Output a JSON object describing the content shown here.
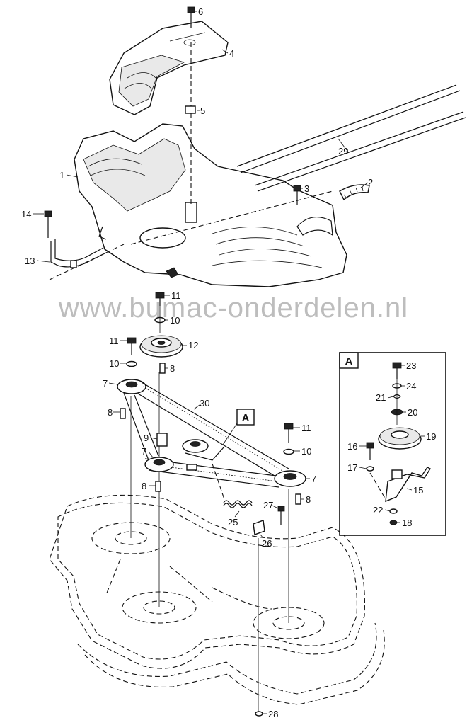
{
  "watermark": "www.bumac-onderdelen.nl",
  "detail_box_label": "A",
  "detail_callout_label": "A",
  "part_labels": {
    "p1": "1",
    "p2": "2",
    "p3": "3",
    "p4": "4",
    "p5": "5",
    "p6": "6",
    "p7a": "7",
    "p7b": "7",
    "p7c": "7",
    "p8a": "8",
    "p8b": "8",
    "p8c": "8",
    "p8d": "8",
    "p9": "9",
    "p10a": "10",
    "p10b": "10",
    "p10c": "10",
    "p11a": "11",
    "p11b": "11",
    "p11c": "11",
    "p12": "12",
    "p13": "13",
    "p14": "14",
    "p15": "15",
    "p16": "16",
    "p17": "17",
    "p18": "18",
    "p19": "19",
    "p20": "20",
    "p21": "21",
    "p22": "22",
    "p23": "23",
    "p24": "24",
    "p25": "25",
    "p26": "26",
    "p27": "27",
    "p28": "28",
    "p29": "29",
    "p30": "30"
  }
}
